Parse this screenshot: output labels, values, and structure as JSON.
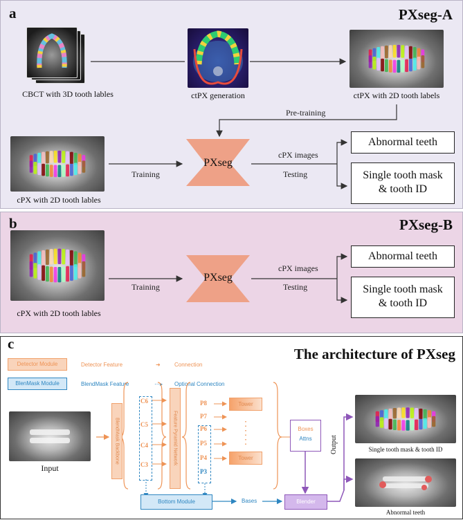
{
  "panel_a": {
    "letter": "a",
    "title": "PXseg-A",
    "cbct_caption": "CBCT with 3D tooth lables",
    "ctpx_gen_caption": "ctPX generation",
    "ctpx_caption": "ctPX with 2D tooth labels",
    "pretraining_label": "Pre-training",
    "cpx_caption": "cPX with 2D tooth lables",
    "training_label": "Training",
    "model_label": "PXseg",
    "cpx_images_label": "cPX images",
    "testing_label": "Testing",
    "output_abnormal": "Abnormal teeth",
    "output_mask_line1": "Single tooth mask",
    "output_mask_line2": "& tooth ID"
  },
  "panel_b": {
    "letter": "b",
    "title": "PXseg-B",
    "cpx_caption": "cPX with 2D tooth lables",
    "training_label": "Training",
    "model_label": "PXseg",
    "cpx_images_label": "cPX images",
    "testing_label": "Testing",
    "output_abnormal": "Abnormal teeth",
    "output_mask_line1": "Single tooth mask",
    "output_mask_line2": "& tooth ID"
  },
  "panel_c": {
    "letter": "c",
    "title": "The architecture of PXseg",
    "legend": {
      "detector_module": "Detector Module",
      "detector_feature": "Detector Feature",
      "connection": "Connection",
      "blendmask_module": "BlenMask Module",
      "blendmask_feature": "BlendMask Feature",
      "optional_connection": "Optional Connection"
    },
    "input_label": "Input",
    "backbone_label": "BlendMask Backbone",
    "c_levels": [
      "C6",
      "C5",
      "C4",
      "C3"
    ],
    "fpn_label": "Feature Pyramid Network",
    "p_levels": [
      "P8",
      "P7",
      "P6",
      "P5",
      "P4",
      "P3"
    ],
    "tower_label": "Tower",
    "boxes_label": "Boxes",
    "attns_label": "Attns",
    "bottom_module_label": "Bottom Module",
    "bases_label": "Bases",
    "blender_label": "Blender",
    "output_label": "Output",
    "out1_caption": "Single tooth mask & tooth ID",
    "out2_caption": "Abnormal teeth"
  },
  "colors": {
    "detector": "#ee9355",
    "blendmask": "#2e86c1",
    "blender": "#8e57b9",
    "pxseg": "#eea187"
  }
}
